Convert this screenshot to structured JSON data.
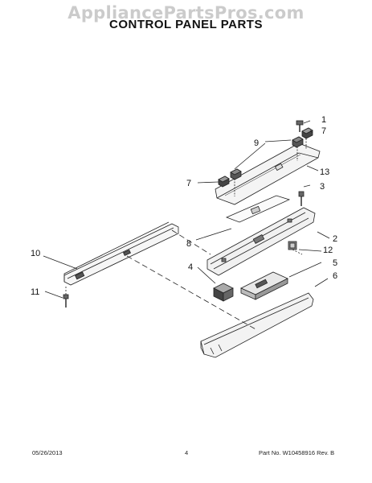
{
  "watermark": "AppliancePartsPros.com",
  "title": "CONTROL PANEL PARTS",
  "callouts": [
    "1",
    "7",
    "9",
    "13",
    "7",
    "3",
    "2",
    "8",
    "12",
    "10",
    "4",
    "5",
    "6",
    "11"
  ],
  "footer": {
    "date": "05/26/2013",
    "page": "4",
    "part_no": "Part No.  W10458916  Rev.  B"
  }
}
